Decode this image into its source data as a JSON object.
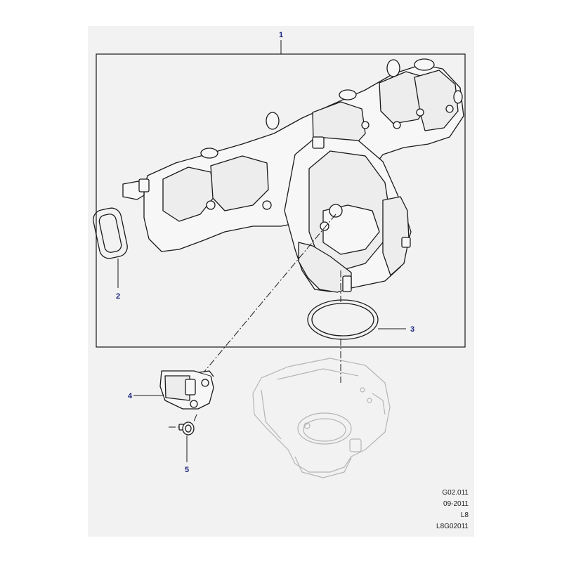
{
  "callouts": [
    "1",
    "2",
    "3",
    "4",
    "5"
  ],
  "meta": {
    "code": "G02.011",
    "date": "09-2011",
    "model": "L8",
    "illustration_id": "L8G02011"
  },
  "colors": {
    "sheet_background": "#f2f2f2",
    "line": "#1a1a1a",
    "ghost_line": "#b5b5b5",
    "callout_text": "#1a237e"
  }
}
